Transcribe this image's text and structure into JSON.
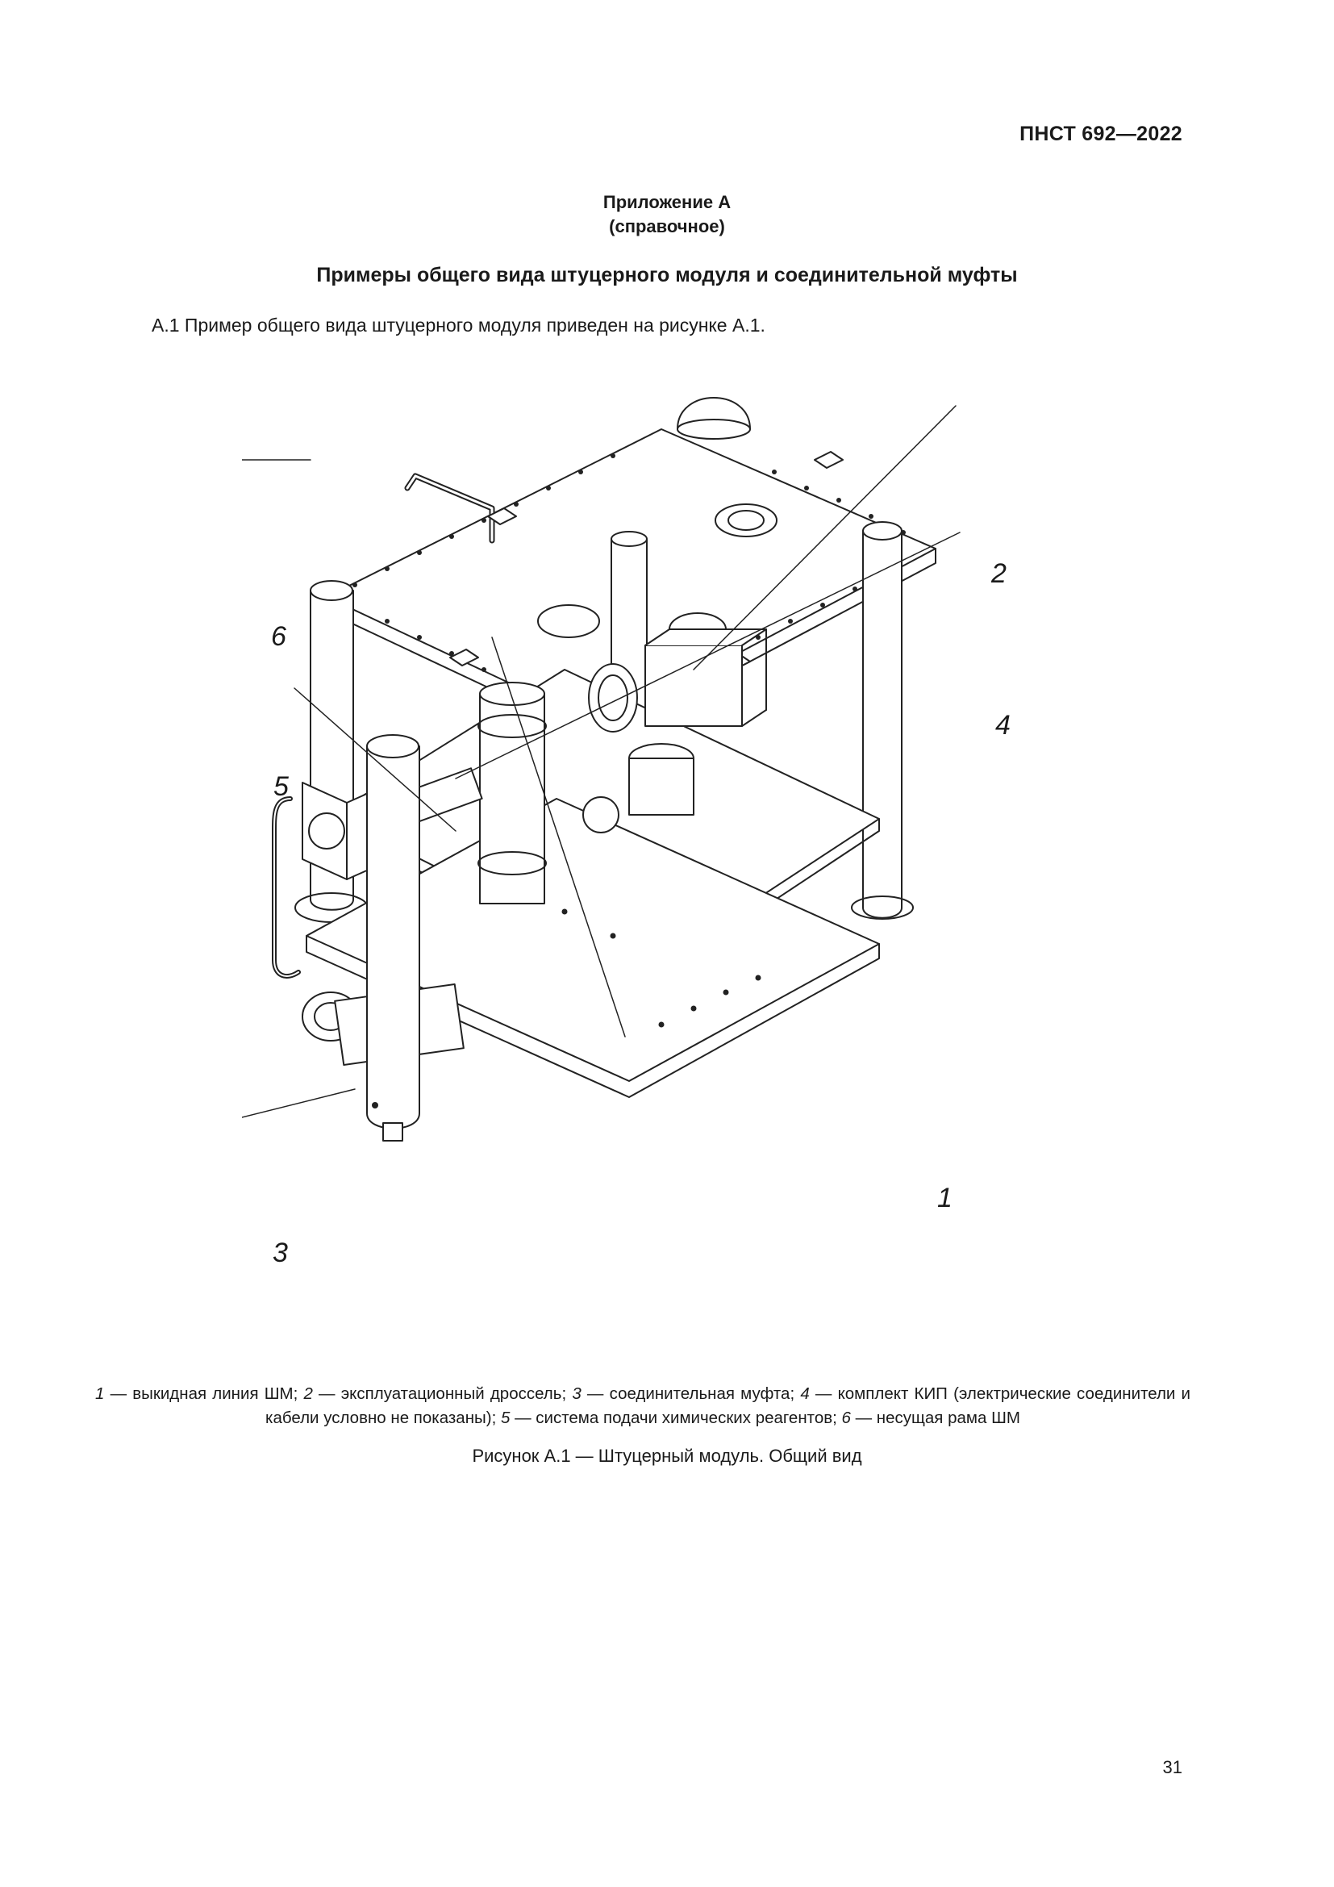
{
  "header": {
    "doc_code": "ПНСТ 692—2022"
  },
  "appendix": {
    "title": "Приложение А",
    "subtitle": "(справочное)"
  },
  "section": {
    "title": "Примеры общего вида штуцерного модуля и соединительной муфты"
  },
  "intro": {
    "text": "А.1 Пример общего вида штуцерного модуля приведен на рисунке А.1."
  },
  "figure": {
    "callouts": [
      "1",
      "2",
      "3",
      "4",
      "5",
      "6"
    ],
    "legend": [
      {
        "num": "1",
        "text": " — выкидная линия ШМ; "
      },
      {
        "num": "2",
        "text": " — эксплуатационный дроссель; "
      },
      {
        "num": "3",
        "text": " — соединительная муфта; "
      },
      {
        "num": "4",
        "text": " — комплект КИП (электрические соединители и кабели условно не показаны); "
      },
      {
        "num": "5",
        "text": " — система подачи химических реагентов; "
      },
      {
        "num": "6",
        "text": " — несущая рама ШМ"
      }
    ],
    "caption": "Рисунок А.1 — Штуцерный модуль. Общий вид"
  },
  "footer": {
    "page_number": "31"
  }
}
